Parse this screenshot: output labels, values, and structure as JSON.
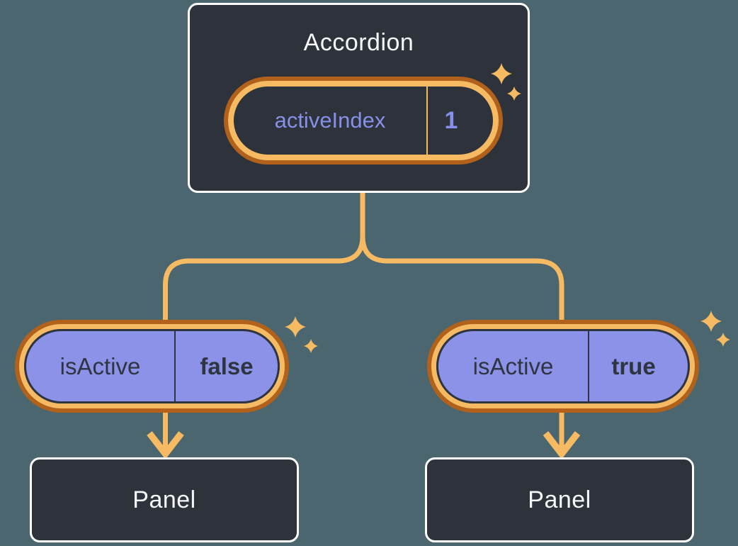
{
  "canvas": {
    "background": "#4C666F"
  },
  "palette": {
    "node_fill": "#2D323B",
    "node_border": "#FFFFFF",
    "node_text": "#F6F7F9",
    "pill_purple_fill": "#8B92E8",
    "pill_purple_text": "#8790E8",
    "orange_light": "#F6BA63",
    "orange_dark": "#B2611B",
    "dark_text": "#2F3540"
  },
  "root_node": {
    "title": "Accordion",
    "state_pill": {
      "label": "activeIndex",
      "value": "1"
    }
  },
  "left_branch": {
    "prop_pill": {
      "label": "isActive",
      "value": "false"
    },
    "panel": {
      "title": "Panel"
    }
  },
  "right_branch": {
    "prop_pill": {
      "label": "isActive",
      "value": "true"
    },
    "panel": {
      "title": "Panel"
    }
  }
}
